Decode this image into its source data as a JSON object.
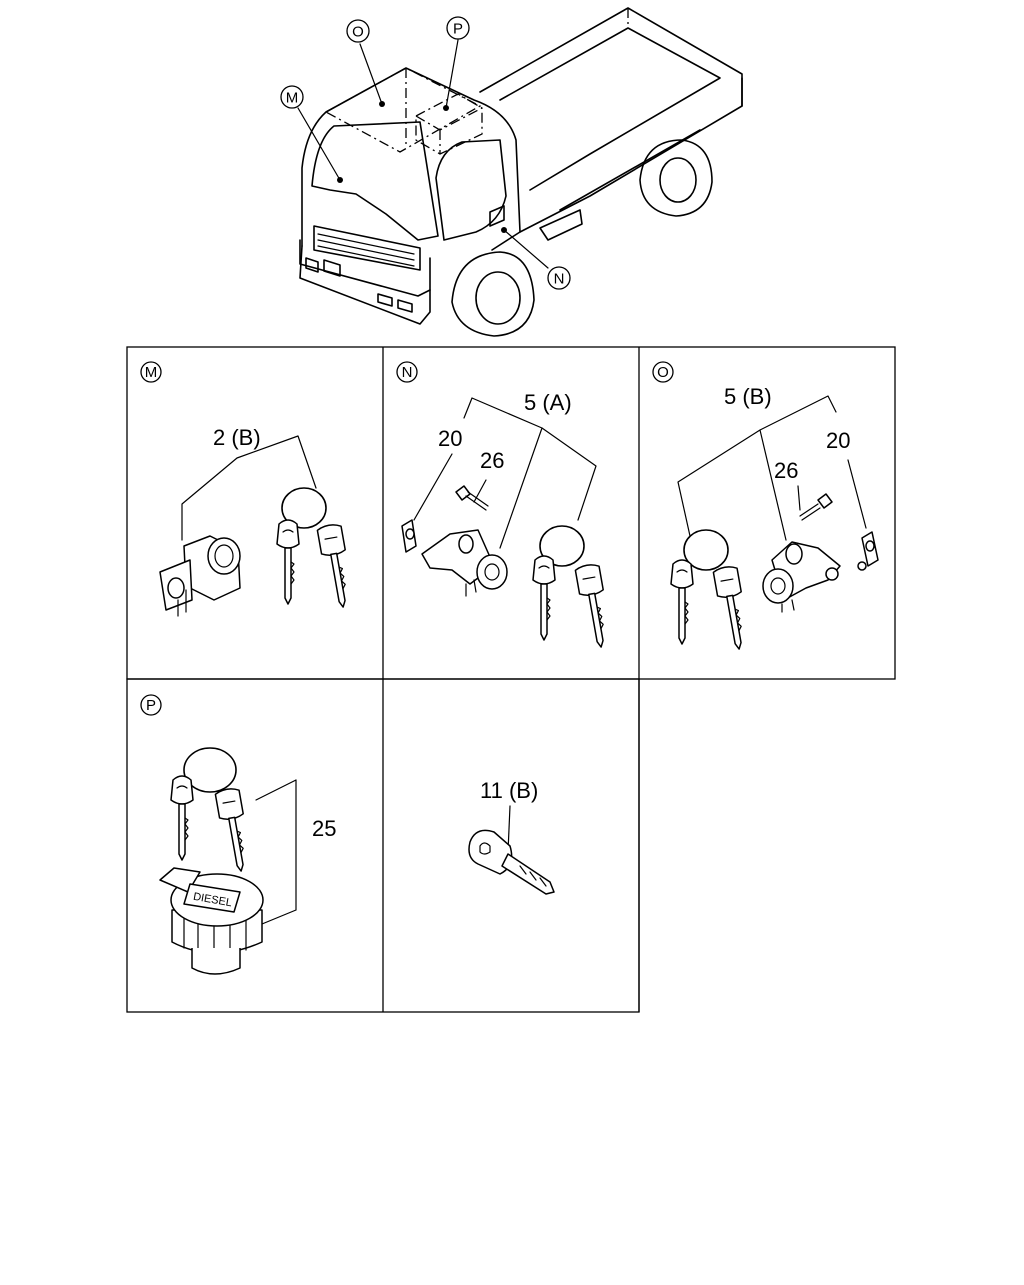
{
  "callouts": {
    "M": "M",
    "N": "N",
    "O": "O",
    "P": "P"
  },
  "panels": [
    {
      "id": "M",
      "letter": "M",
      "labels": [
        "2 (B)"
      ]
    },
    {
      "id": "N",
      "letter": "N",
      "labels": [
        "5 (A)",
        "20",
        "26"
      ]
    },
    {
      "id": "O",
      "letter": "O",
      "labels": [
        "5 (B)",
        "26",
        "20"
      ]
    },
    {
      "id": "P",
      "letter": "P",
      "labels": [
        "25"
      ]
    },
    {
      "id": "key",
      "letter": "",
      "labels": [
        "11 (B)"
      ]
    }
  ],
  "fuel_cap_text": "DIESEL"
}
